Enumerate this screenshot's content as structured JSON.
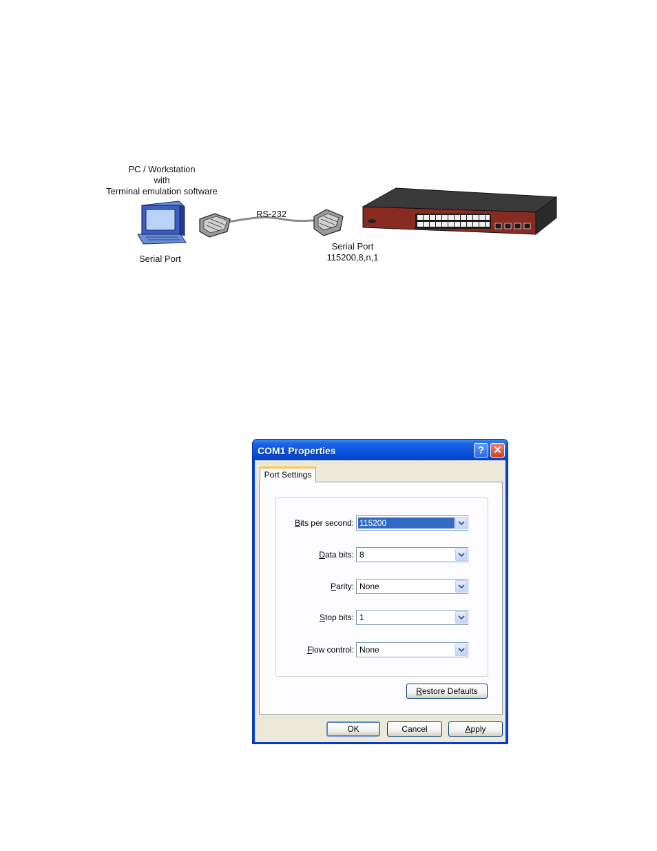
{
  "diagram": {
    "pc_label_lines": [
      "PC / Workstation",
      "with",
      "Terminal emulation software"
    ],
    "cable_label": "RS-232",
    "pc_port_label": "Serial Port",
    "switch_port_label": "Serial Port",
    "switch_port_settings": "115200,8,n,1"
  },
  "dialog": {
    "title": "COM1 Properties",
    "help_glyph": "?",
    "close_glyph": "✕",
    "tab_label": "Port Settings",
    "fields": [
      {
        "label_accel": "B",
        "label_rest": "its per second:",
        "value": "115200",
        "selected": true
      },
      {
        "label_pre": "",
        "label_accel": "D",
        "label_rest": "ata bits:",
        "value": "8"
      },
      {
        "label_pre": "",
        "label_accel": "P",
        "label_rest": "arity:",
        "value": "None"
      },
      {
        "label_pre": "",
        "label_accel": "S",
        "label_rest": "top bits:",
        "value": "1"
      },
      {
        "label_pre": "",
        "label_accel": "F",
        "label_rest": "low control:",
        "value": "None"
      }
    ],
    "restore_accel": "R",
    "restore_rest": "estore Defaults",
    "ok_label": "OK",
    "cancel_label": "Cancel",
    "apply_accel": "A",
    "apply_rest": "pply",
    "accent_color": "#0a55e0"
  }
}
